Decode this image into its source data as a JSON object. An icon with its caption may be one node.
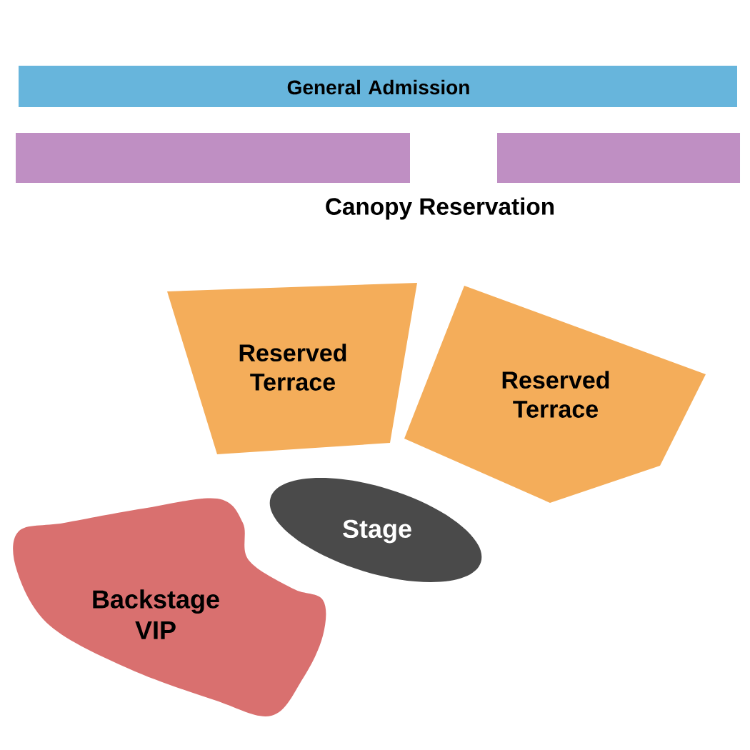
{
  "diagram": {
    "nodes": [
      {
        "text": [
          "General Admission"
        ]
      },
      {
        "text": [],
        "shape": "bar"
      },
      {
        "text": [],
        "shape": "bar"
      },
      {
        "text": [
          "Reserved Terrace"
        ]
      },
      {
        "text": [
          "Reserved Terrace"
        ]
      },
      {
        "text": [
          "Stage"
        ]
      },
      {
        "text": [
          "Backstage VIP"
        ]
      }
    ],
    "labels": [
      "Canopy Reservation"
    ]
  }
}
